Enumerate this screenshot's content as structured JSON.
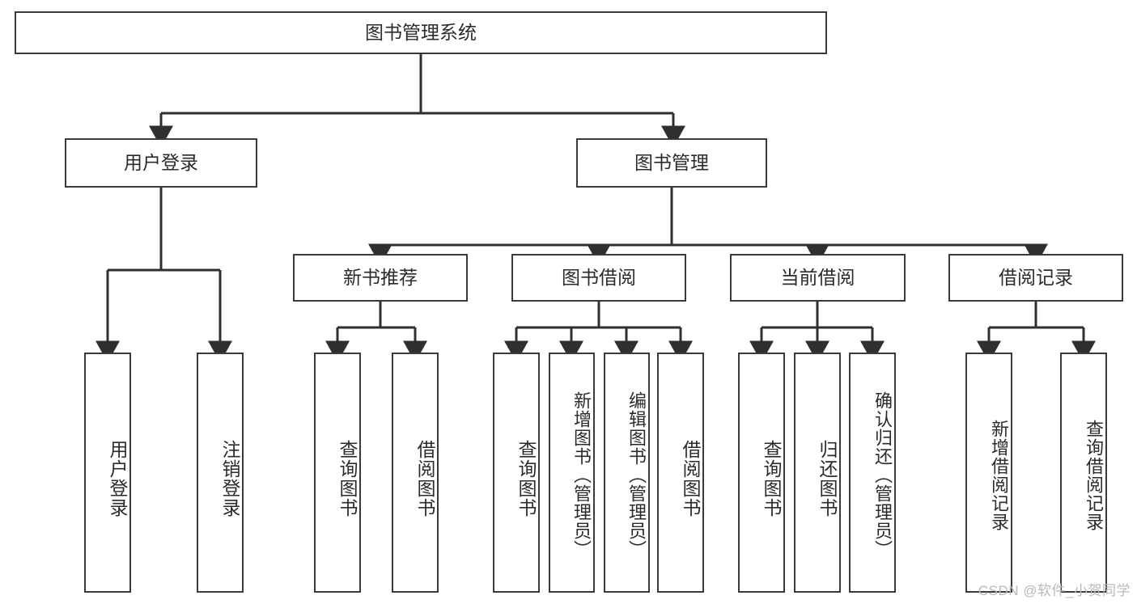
{
  "diagram": {
    "title": "图书管理系统",
    "type": "hierarchy-tree",
    "watermark": "CSDN @软件_小贺同学",
    "colors": {
      "box_border": "#3a3a3a",
      "box_fill": "#ffffff",
      "edge": "#2f2f2f",
      "text": "#2b2b2b",
      "watermark": "#b9b9b9"
    },
    "root": {
      "label": "图书管理系统"
    },
    "level2": [
      {
        "label": "用户登录"
      },
      {
        "label": "图书管理"
      }
    ],
    "level3": [
      {
        "label": "新书推荐"
      },
      {
        "label": "图书借阅"
      },
      {
        "label": "当前借阅"
      },
      {
        "label": "借阅记录"
      }
    ],
    "leaves": {
      "user_login": [
        {
          "label": "用户登录"
        },
        {
          "label": "注销登录"
        }
      ],
      "new_book": [
        {
          "label": "查询图书"
        },
        {
          "label": "借阅图书"
        }
      ],
      "book_borrow": [
        {
          "label": "查询图书"
        },
        {
          "label": "新增图书（管理员）"
        },
        {
          "label": "编辑图书（管理员）"
        },
        {
          "label": "借阅图书"
        }
      ],
      "current_borrow": [
        {
          "label": "查询图书"
        },
        {
          "label": "归还图书"
        },
        {
          "label": "确认归还（管理员）"
        }
      ],
      "borrow_record": [
        {
          "label": "新增借阅记录"
        },
        {
          "label": "查询借阅记录"
        }
      ]
    }
  }
}
